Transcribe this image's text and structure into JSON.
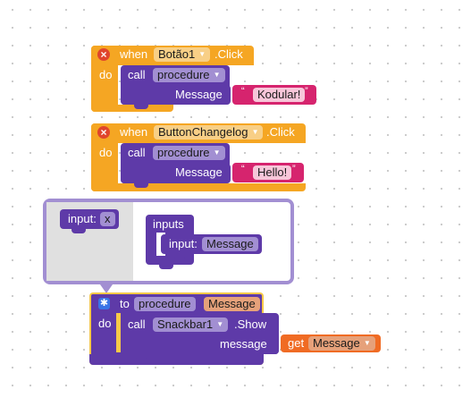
{
  "block1": {
    "keyword_when": "when",
    "component": "Botão1",
    "event": ".Click",
    "keyword_do": "do",
    "keyword_call": "call",
    "procedure": "procedure",
    "param_label": "Message",
    "quote_open": "“",
    "text_value": "Kodular!",
    "quote_close": "”",
    "error_icon": "error-icon"
  },
  "block2": {
    "keyword_when": "when",
    "component": "ButtonChangelog",
    "event": ".Click",
    "keyword_do": "do",
    "keyword_call": "call",
    "procedure": "procedure",
    "param_label": "Message",
    "quote_open": "“",
    "text_value": "Hello!",
    "quote_close": "”",
    "error_icon": "error-icon"
  },
  "mutator": {
    "left_input_label": "input:",
    "left_input_name": "x",
    "container_label": "inputs",
    "item_input_label": "input:",
    "item_input_name": "Message"
  },
  "block3": {
    "keyword_to": "to",
    "procedure_name": "procedure",
    "param_name": "Message",
    "keyword_do": "do",
    "keyword_call": "call",
    "component": "Snackbar1",
    "method": ".Show",
    "arg_label": "message",
    "keyword_get": "get",
    "get_var": "Message",
    "mutator_icon": "gear-icon"
  },
  "colors": {
    "event_orange": "#f5a623",
    "procedure_purple": "#5e3aa8",
    "text_pink": "#d6246e",
    "error_red": "#e0452c",
    "gear_blue": "#3b74e6",
    "get_orange": "#f06b24"
  }
}
